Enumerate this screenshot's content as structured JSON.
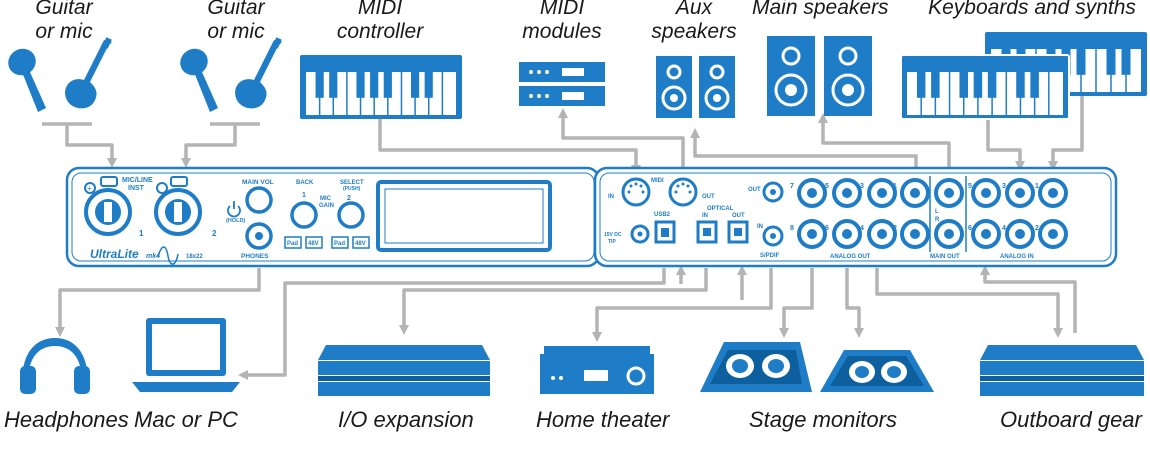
{
  "colors": {
    "blue": "#1f7dc7",
    "dark_blue": "#0e5f9e",
    "line": "#b4b4b4",
    "panel_bg": "#ffffff",
    "label": "#1a1a1a"
  },
  "top_labels": [
    {
      "id": "guitar-mic-1",
      "lines": [
        "Guitar",
        "or mic"
      ]
    },
    {
      "id": "guitar-mic-2",
      "lines": [
        "Guitar",
        "or mic"
      ]
    },
    {
      "id": "midi-controller",
      "lines": [
        "MIDI",
        "controller"
      ]
    },
    {
      "id": "midi-modules",
      "lines": [
        "MIDI",
        "modules"
      ]
    },
    {
      "id": "aux-speakers",
      "lines": [
        "Aux",
        "speakers"
      ]
    },
    {
      "id": "main-speakers",
      "lines": [
        "Main speakers"
      ]
    },
    {
      "id": "keyboards-synths",
      "lines": [
        "Keyboards and synths"
      ]
    }
  ],
  "bottom_labels": [
    {
      "id": "headphones",
      "text": "Headphones"
    },
    {
      "id": "mac-pc",
      "text": "Mac or PC"
    },
    {
      "id": "io-expansion",
      "text": "I/O expansion"
    },
    {
      "id": "home-theater",
      "text": "Home theater"
    },
    {
      "id": "stage-monitors",
      "text": "Stage monitors"
    },
    {
      "id": "outboard-gear",
      "text": "Outboard gear"
    }
  ],
  "front_panel": {
    "input_label": "MIC/LINE\nINST",
    "input_1": "1",
    "input_2": "2",
    "main_vol": "MAIN VOL",
    "hold": "(HOLD)",
    "phones": "PHONES",
    "back": "BACK",
    "select": "SELECT",
    "push": "(PUSH)",
    "mic_gain": "MIC\nGAIN",
    "gain_1": "1",
    "gain_2": "2",
    "pad": "Pad",
    "phantom": "48V",
    "brand": "UltraLite",
    "model": "mk4",
    "io_count": "18x22"
  },
  "rear_panel": {
    "midi": "MIDI",
    "midi_in": "IN",
    "midi_out": "OUT",
    "usb": "USB2",
    "optical": "OPTICAL",
    "optical_in": "IN",
    "optical_out": "OUT",
    "spdif": "S/PDIF",
    "spdif_out": "OUT",
    "spdif_in": "IN",
    "power": "15V DC",
    "power_sub": "TIP",
    "analog_out": "ANALOG OUT",
    "main_out": "MAIN OUT",
    "analog_in": "ANALOG IN",
    "main_l": "L",
    "main_r": "R",
    "out_top": [
      "7",
      "5",
      "3",
      "1"
    ],
    "out_bottom": [
      "8",
      "6",
      "4",
      "2"
    ],
    "in_top": [
      "5",
      "3",
      "1"
    ],
    "in_bottom": [
      "6",
      "4",
      "2"
    ]
  }
}
